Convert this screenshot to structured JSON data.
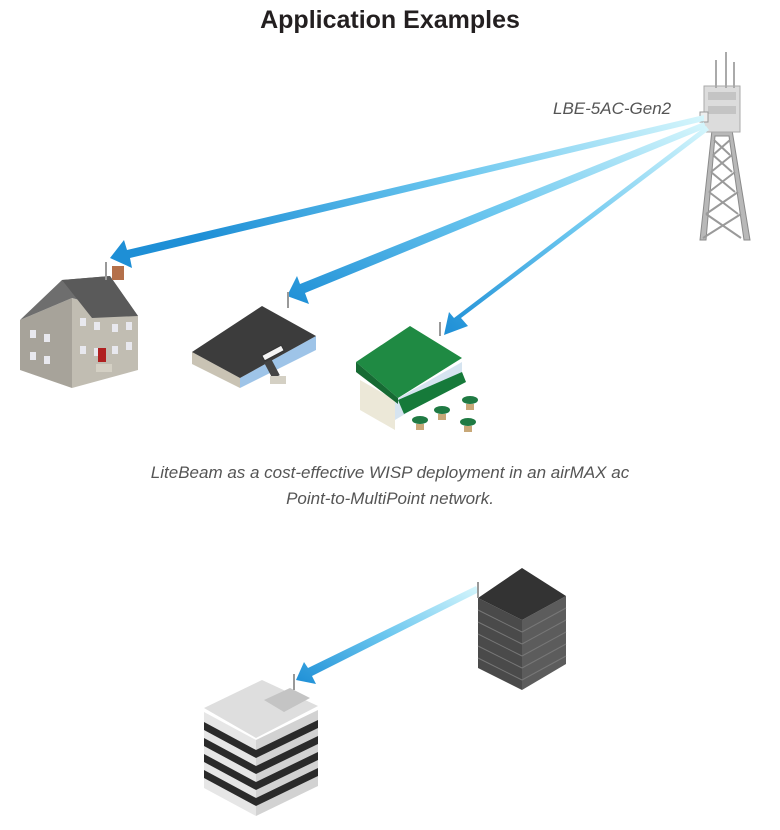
{
  "title": "Application Examples",
  "diagrams": [
    {
      "name": "point-to-multipoint",
      "device_label": "LBE-5AC-Gen2",
      "caption_line1": "LiteBeam as a cost-effective WISP deployment in an airMAX ac",
      "caption_line2": "Point-to-MultiPoint network.",
      "nodes": [
        "tower",
        "house",
        "retail-store",
        "cafe"
      ],
      "links": [
        {
          "from": "tower",
          "to": "house"
        },
        {
          "from": "tower",
          "to": "retail-store"
        },
        {
          "from": "tower",
          "to": "cafe"
        }
      ]
    },
    {
      "name": "point-to-point",
      "nodes": [
        "dark-office-building",
        "striped-office-building"
      ],
      "links": [
        {
          "from": "dark-office-building",
          "to": "striped-office-building"
        }
      ]
    }
  ],
  "colors": {
    "beam_start": "#bfeefa",
    "beam_end": "#1e8fd6",
    "title": "#231f20",
    "caption": "#555555"
  }
}
